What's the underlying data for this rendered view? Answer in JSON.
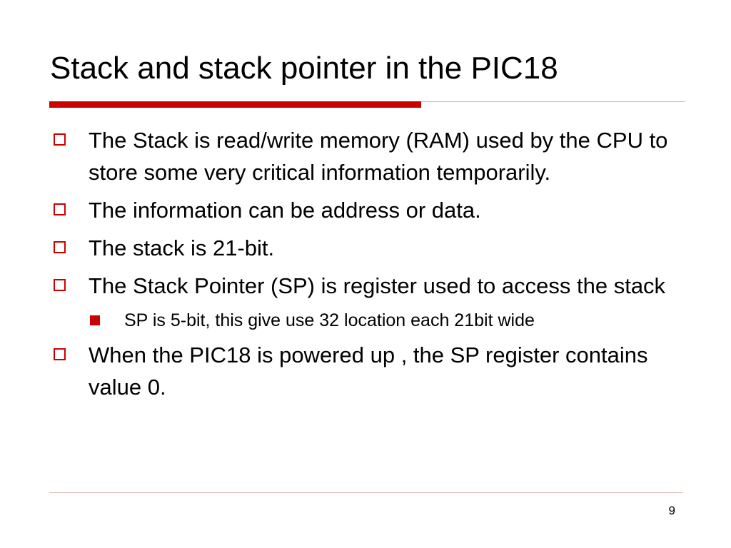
{
  "slide": {
    "title": "Stack and stack pointer in the PIC18",
    "page_number": "9",
    "accent_color": "#cc0000",
    "bullets": [
      {
        "text": "The Stack is read/write memory (RAM) used by the CPU to store some very critical information temporarily."
      },
      {
        "text": "The information can be address or data."
      },
      {
        "text": "The stack is 21-bit."
      },
      {
        "text": "The Stack Pointer (SP) is register used to access the stack",
        "sub_bullets": [
          {
            "text": "SP is 5-bit, this give use 32 location each 21bit wide"
          }
        ]
      },
      {
        "text": "When the PIC18 is powered up , the SP register contains value 0."
      }
    ]
  }
}
